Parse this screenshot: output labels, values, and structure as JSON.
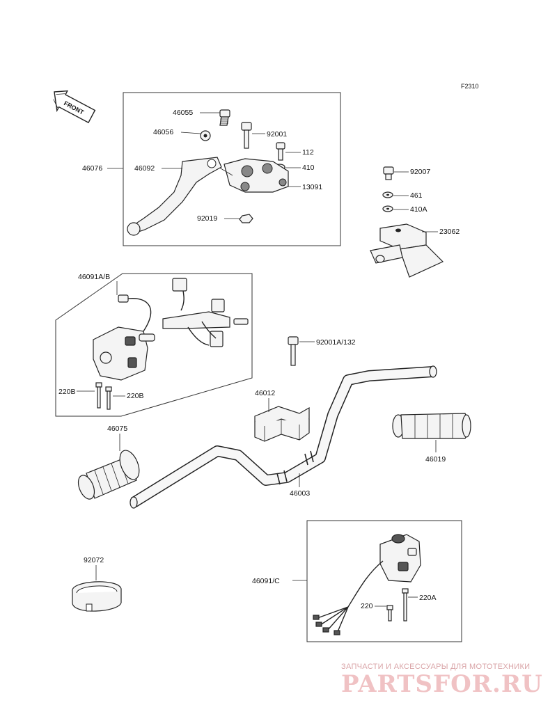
{
  "figure_ref": "F2310",
  "direction_tag": "FRONT",
  "parts": {
    "p46055": "46055",
    "p46056": "46056",
    "p92001": "92001",
    "p112": "112",
    "p46076": "46076",
    "p46092": "46092",
    "p410": "410",
    "p13091": "13091",
    "p92019": "92019",
    "p92007": "92007",
    "p461": "461",
    "p410A": "410A",
    "p23062": "23062",
    "p46091AB": "46091A/B",
    "p92001A132": "92001A/132",
    "p220B_1": "220B",
    "p220B_2": "220B",
    "p46012": "46012",
    "p46075": "46075",
    "p46019": "46019",
    "p46003": "46003",
    "p92072": "92072",
    "p46091C": "46091/C",
    "p220": "220",
    "p220A": "220A"
  },
  "watermark": {
    "tagline": "ЗАПЧАСТИ И АКСЕССУАРЫ ДЛЯ МОТОТЕХНИКИ",
    "brand": "PARTSFOR.RU"
  }
}
